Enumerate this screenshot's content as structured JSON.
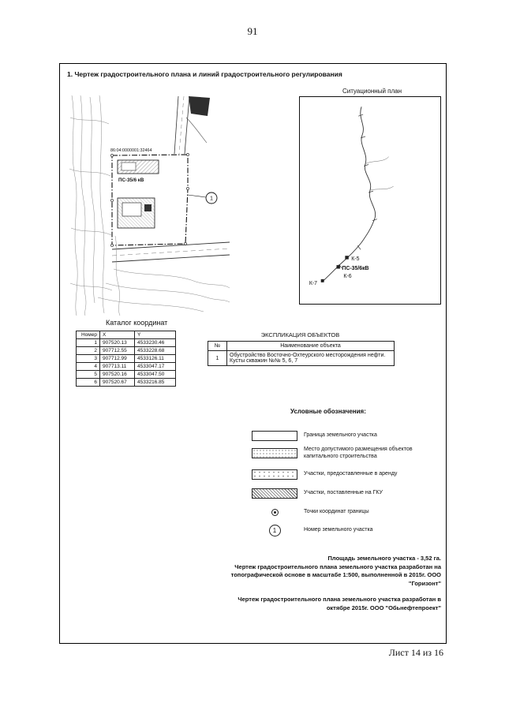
{
  "page": {
    "number": "91",
    "sheet": "Лист 14 из 16"
  },
  "title": "1. Чертеж градостроительного плана и линий градостроительного регулирования",
  "drawing": {
    "cadastral_number": "86:04:0000001:32464",
    "substation_label": "ПС-35/6 кВ",
    "plot_number": "1"
  },
  "situational_plan": {
    "title": "Ситуационный план",
    "labels": {
      "k5": "К-5",
      "ps": "ПС-35/6кВ",
      "k6": "К-6",
      "k7": "К-7"
    }
  },
  "coordinates": {
    "title": "Каталог координат",
    "headers": [
      "Номер",
      "X",
      "Y"
    ],
    "rows": [
      [
        "1",
        "907520.13",
        "4533230.46"
      ],
      [
        "2",
        "907712.55",
        "4533228.68"
      ],
      [
        "3",
        "907712.99",
        "4533126.11"
      ],
      [
        "4",
        "907713.11",
        "4533047.17"
      ],
      [
        "5",
        "907520.16",
        "4533047.50"
      ],
      [
        "6",
        "907520.67",
        "4533216.85"
      ]
    ]
  },
  "explication": {
    "title": "ЭКСПЛИКАЦИЯ ОБЪЕКТОВ",
    "headers": [
      "№",
      "Наименование объекта"
    ],
    "rows": [
      {
        "num": "1",
        "name": "Обустройство Восточно-Охтеурского месторождения нефти. Кусты скважин №№ 5, 6, 7"
      }
    ]
  },
  "legend": {
    "title": "Условные обозначения:",
    "plot_number": "1",
    "items": [
      {
        "symbol": "boundary",
        "label": "Граница земельного участка"
      },
      {
        "symbol": "dotted-area",
        "label": "Место допустимого размещения объектов капитального строительства"
      },
      {
        "symbol": "lease-area",
        "label": "Участки, предоставленные в аренду"
      },
      {
        "symbol": "gku-area",
        "label": "Участки, поставленные на ГКУ"
      },
      {
        "symbol": "boundary-point",
        "label": "Точки координат границы"
      },
      {
        "symbol": "plot-number-circle",
        "label": "Номер земельного участка"
      }
    ]
  },
  "notes": [
    "Площадь земельного участка - 3,52 га.",
    "Чертеж градостроительного плана земельного участка разработан на топографической основе в масштабе 1:500, выполненной в 2015г. ООО \"Горизонт\"",
    "Чертеж градостроительного плана земельного участка разработан в октябре 2015г. ООО \"Обьнефтепроект\""
  ]
}
